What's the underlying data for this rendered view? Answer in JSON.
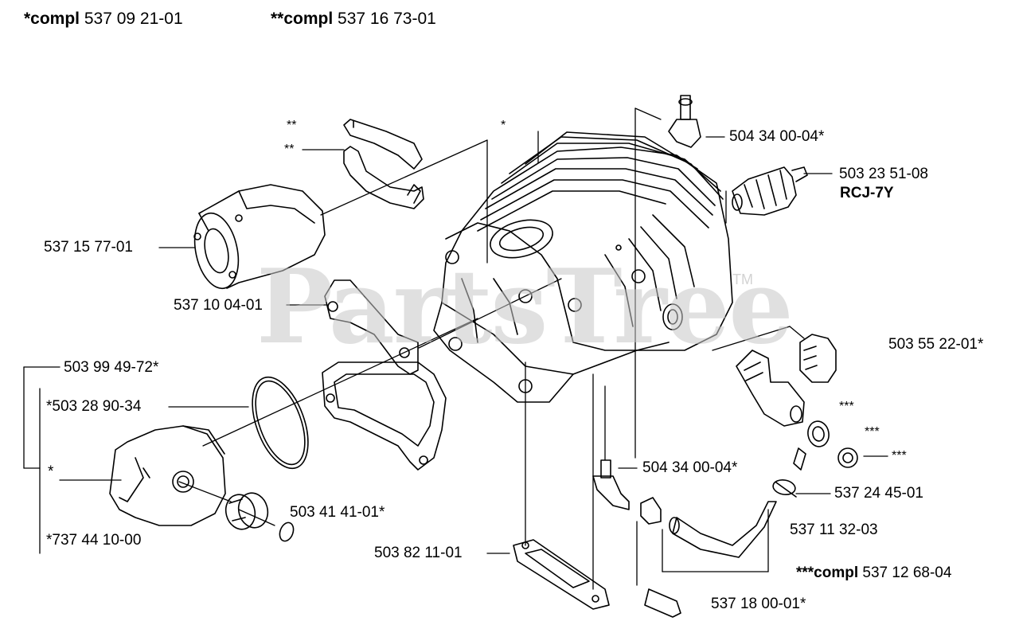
{
  "header": {
    "kit1_prefix": "*compl",
    "kit1_number": "537 09 21-01",
    "kit2_prefix": "**compl",
    "kit2_number": "537 16 73-01"
  },
  "watermark": {
    "text": "PartsTree",
    "tm": "TM"
  },
  "callouts": {
    "nipple_top": "504 34 00-04*",
    "spark_plug_no": "503 23 51-08",
    "spark_plug_type": "RCJ-7Y",
    "intake_manifold": "537 15 77-01",
    "gasket": "537 10 04-01",
    "piston_assy": "503 99 49-72*",
    "piston_ring": "*503 28 90-34",
    "piston": "*",
    "bearing_kit": "*737 44 10-00",
    "needle_bearing": "503 41 41-01*",
    "decomp_valve": "503 55 22-01*",
    "triple_a": "***",
    "triple_b": "***",
    "triple_c": "***",
    "nipple_lower": "504 34 00-04*",
    "hose_clamp": "537 24 45-01",
    "hose": "537 11 32-03",
    "exhaust_gasket": "503 82 11-01",
    "plug_cap": "537 18 00-01*",
    "star_double_a": "**",
    "star_double_b": "**",
    "star_single": "*",
    "kit3_prefix": "***compl",
    "kit3_number": "537 12 68-04"
  },
  "colors": {
    "line": "#000000",
    "watermark": "#c8c8c8",
    "background": "#ffffff"
  }
}
